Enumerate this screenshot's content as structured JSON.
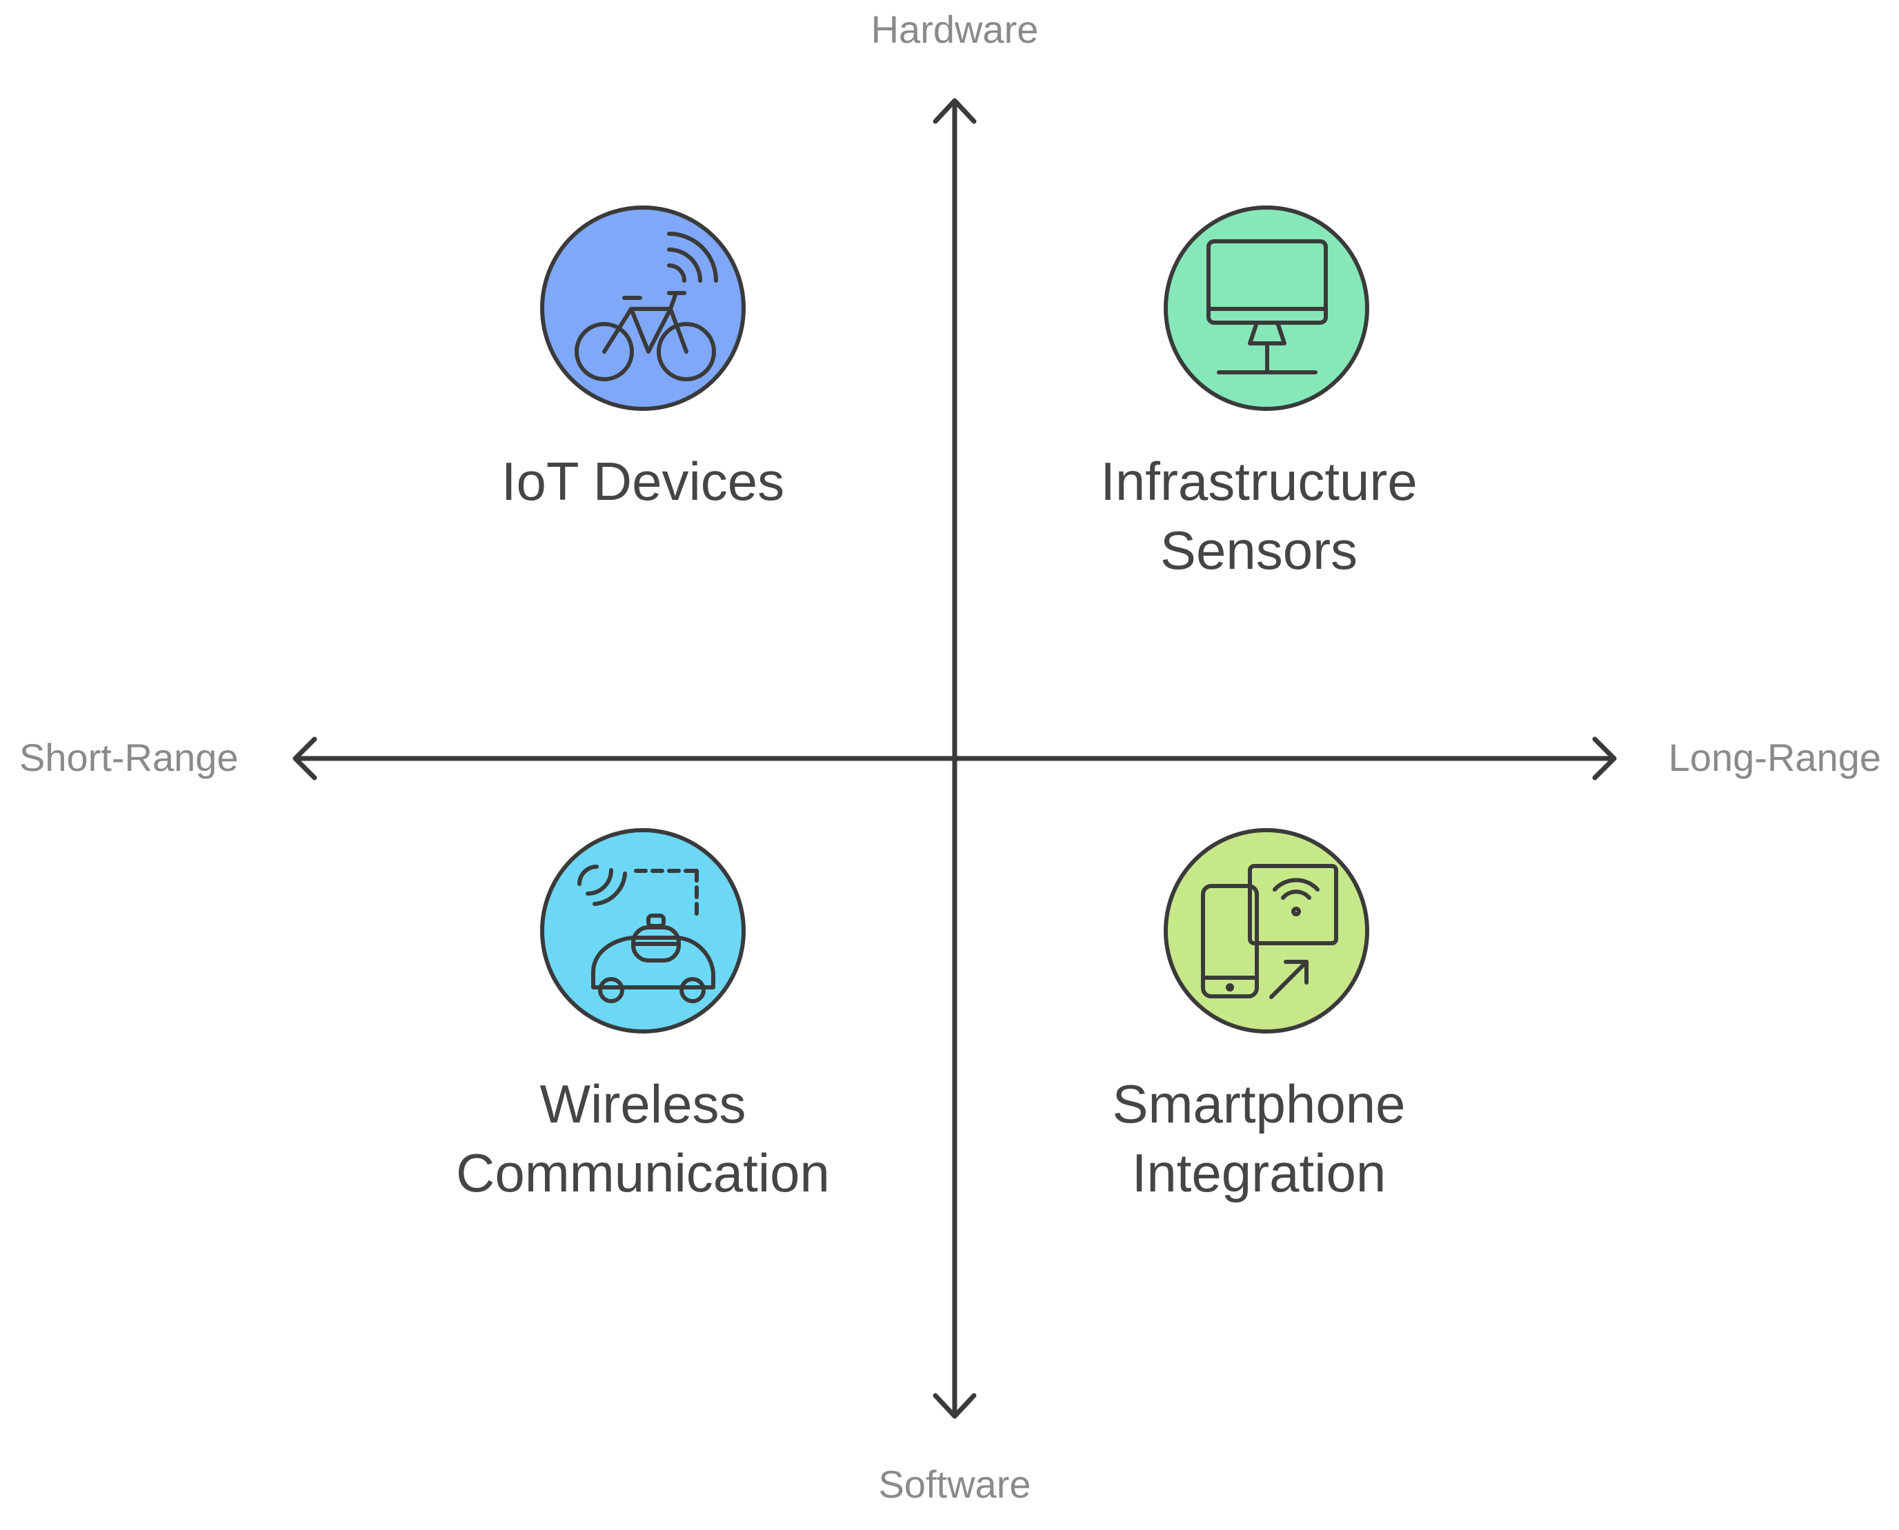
{
  "axes": {
    "top": "Hardware",
    "bottom": "Software",
    "left": "Short-Range",
    "right": "Long-Range"
  },
  "quadrants": {
    "top_left": {
      "lines": [
        "IoT Devices"
      ],
      "icon": "bicycle-signal-icon",
      "color": "#7fa8f8"
    },
    "top_right": {
      "lines": [
        "Infrastructure",
        "Sensors"
      ],
      "icon": "monitor-icon",
      "color": "#86e8b8"
    },
    "bottom_left": {
      "lines": [
        "Wireless",
        "Communication"
      ],
      "icon": "autonomous-car-icon",
      "color": "#6cd8f6"
    },
    "bottom_right": {
      "lines": [
        "Smartphone",
        "Integration"
      ],
      "icon": "phone-screen-share-icon",
      "color": "#c6e889"
    }
  },
  "colors": {
    "axis": "#3a3a3a",
    "axis_label": "#8a8a8a",
    "quadrant_label": "#454545"
  }
}
